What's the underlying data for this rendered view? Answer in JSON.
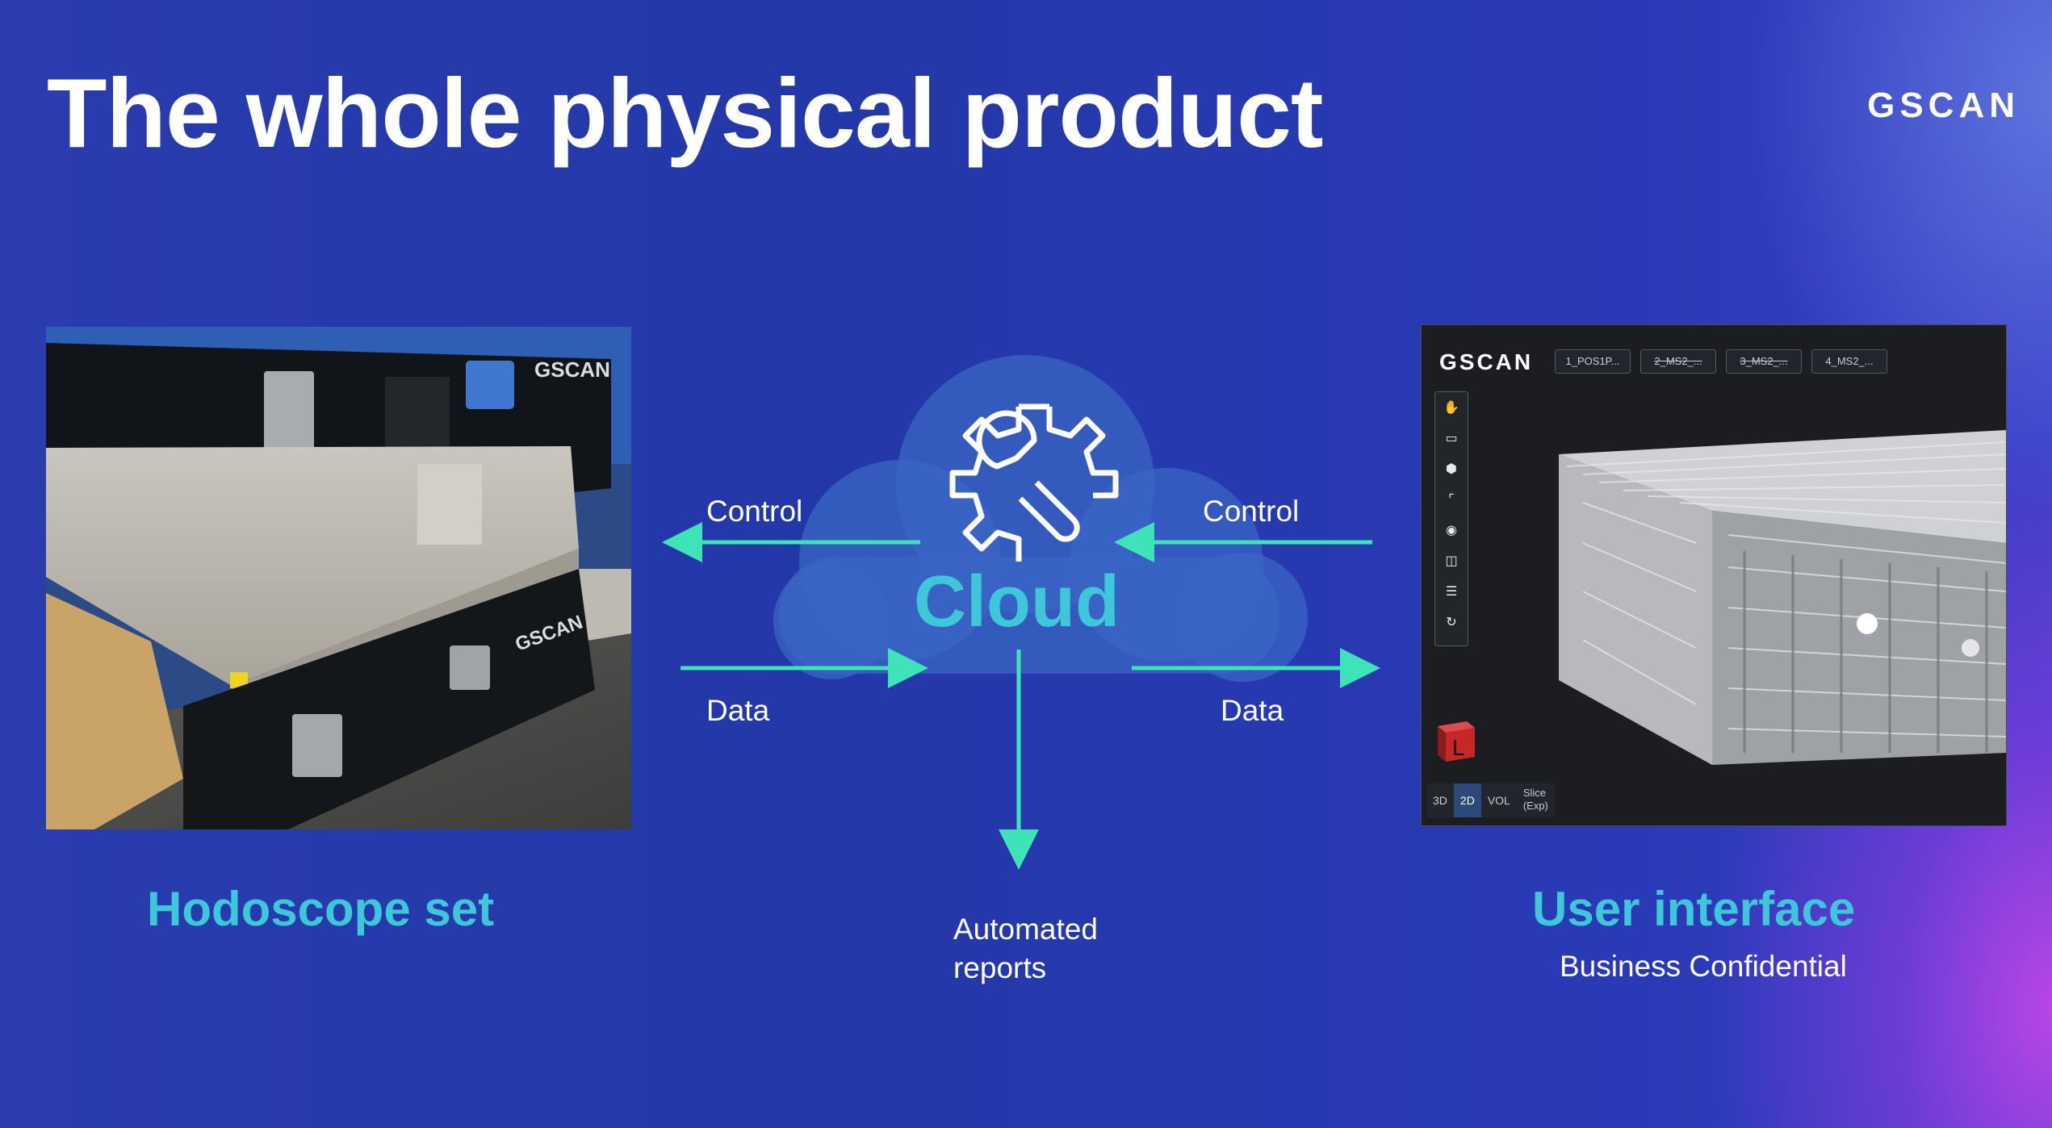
{
  "slide": {
    "title": "The whole physical product",
    "brand": "GSCAN"
  },
  "hodoscope": {
    "label": "Hodoscope set",
    "device_logo": "GSCAN"
  },
  "diagram": {
    "center_label": "Cloud",
    "center_icon": "wrench-gear-icon",
    "left_control": "Control",
    "left_data": "Data",
    "right_control": "Control",
    "right_data": "Data",
    "reports_line1": "Automated",
    "reports_line2": "reports",
    "colors": {
      "arrow": "#3fe3b8",
      "accent": "#3ec6d9",
      "cloud": "#3a66c4"
    }
  },
  "user_interface": {
    "label": "User interface",
    "note": "Business Confidential",
    "app_logo": "GSCAN",
    "tabs": [
      "1_POS1P...",
      "2_MS2_...",
      "3_MS2_...",
      "4_MS2_..."
    ],
    "tools": [
      "hand-icon",
      "ruler-icon",
      "cube-icon",
      "crop-icon",
      "palette-icon",
      "contrast-icon",
      "layers-icon",
      "reset-icon"
    ],
    "orientation_label": "L",
    "view_modes": [
      "3D",
      "2D",
      "VOL",
      "Slice",
      "(Exp)"
    ],
    "active_view_mode": "2D"
  }
}
